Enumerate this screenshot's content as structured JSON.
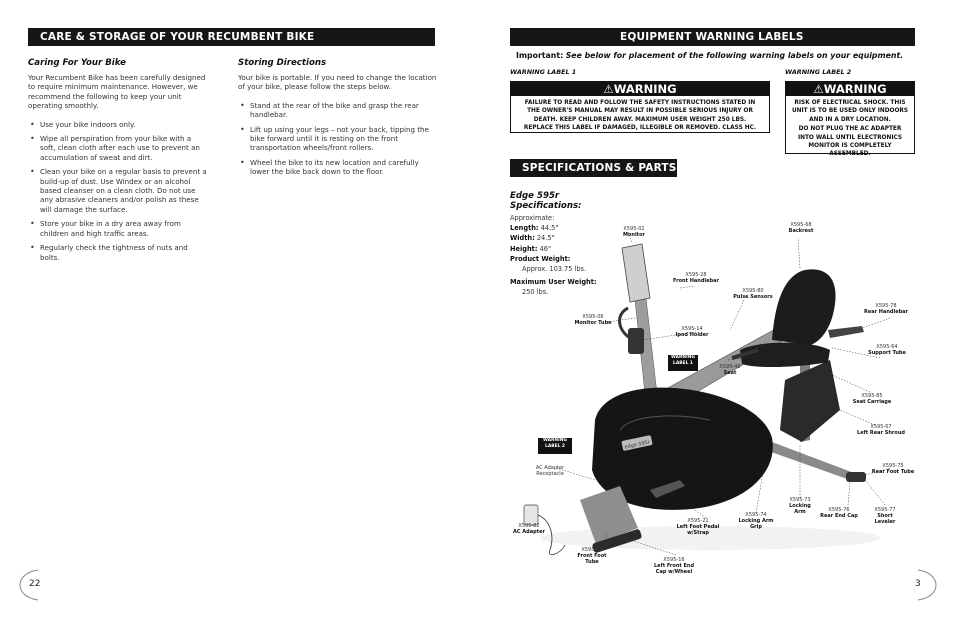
{
  "left": {
    "header": "CARE & STORAGE OF YOUR RECUMBENT BIKE",
    "caring": {
      "title": "Caring For Your Bike",
      "intro": "Your Recumbent Bike has been carefully designed to require minimum maintenance. However, we recommend the following to keep your unit operating smoothly.",
      "bullets": [
        "Use your bike indoors only.",
        "Wipe all perspiration from your bike with a soft, clean cloth after each use to prevent an accumulation of sweat and dirt.",
        "Clean your bike on a regular basis to prevent a build-up of dust. Use Windex or an alcohol based cleanser on a clean cloth. Do not use any abrasive cleaners and/or polish as these will damage the surface.",
        "Store your bike in a dry area away from children and high traffic areas.",
        "Regularly check the tightness of nuts and bolts."
      ]
    },
    "storing": {
      "title": "Storing Directions",
      "intro": "Your bike is portable. If you need to change the location of your bike, please follow the steps below.",
      "bullets": [
        "Stand at the rear of the bike and grasp the rear handlebar.",
        "Lift up using your legs – not your back, tipping the bike forward until it is resting on the front transportation wheels/front rollers.",
        "Wheel the bike to its new location and carefully lower the bike back down to the floor."
      ]
    },
    "page_number": "22"
  },
  "right": {
    "warning_header": "EQUIPMENT WARNING LABELS",
    "important_label": "Important:",
    "important_text": "See below for placement of the following warning labels on your equipment.",
    "label1": {
      "caption": "WARNING LABEL 1",
      "title": "WARNING",
      "text": "FAILURE TO READ AND FOLLOW THE SAFETY INSTRUCTIONS STATED IN THE OWNER'S MANUAL MAY RESULT IN POSSIBLE SERIOUS INJURY OR DEATH. KEEP CHILDREN AWAY. MAXIMUM USER WEIGHT 250 LBS. REPLACE THIS LABEL IF DAMAGED, ILLEGIBLE OR REMOVED. CLASS HC."
    },
    "label2": {
      "caption": "WARNING LABEL 2",
      "title": "WARNING",
      "text1": "RISK OF ELECTRICAL SHOCK. THIS UNIT IS TO BE USED ONLY INDOORS AND IN A DRY LOCATION.",
      "text2": "DO NOT PLUG THE AC ADAPTER INTO WALL UNTIL ELECTRONICS MONITOR IS COMPLETELY ASSEMBLED."
    },
    "specs_header": "SPECIFICATIONS & PARTS",
    "specs": {
      "model": "Edge 595r",
      "title": "Specifications:",
      "approx": "Approximate:",
      "length_label": "Length:",
      "length": "44.5\"",
      "width_label": "Width:",
      "width": "24.5\"",
      "height_label": "Height:",
      "height": "46\"",
      "product_weight_label": "Product Weight:",
      "product_weight": "Approx. 103.75 lbs.",
      "max_user_label": "Maximum User Weight:",
      "max_user": "250 lbs."
    },
    "parts": {
      "monitor": {
        "code": "X595-02",
        "name": "Monitor"
      },
      "backrest": {
        "code": "X595-68",
        "name": "Backrest"
      },
      "front_handlebar": {
        "code": "X595-28",
        "name": "Front Handlebar"
      },
      "pulse_sensors": {
        "code": "X595-80",
        "name": "Pulse Sensors"
      },
      "rear_handlebar": {
        "code": "X595-78",
        "name": "Rear Handlebar"
      },
      "monitor_tube": {
        "code": "X595-06",
        "name": "Monitor Tube"
      },
      "ipod_holder": {
        "code": "X595-14",
        "name": "Ipod  Holder"
      },
      "support_tube": {
        "code": "X595-64",
        "name": "Support Tube"
      },
      "seat": {
        "code": "X595-49",
        "name": "Seat"
      },
      "seat_carriage": {
        "code": "X595-85",
        "name": "Seat Carriage"
      },
      "left_rear_shroud": {
        "code": "X595-67",
        "name": "Left Rear Shroud"
      },
      "rear_foot_tube": {
        "code": "X595-75",
        "name": "Rear Foot Tube"
      },
      "locking_arm": {
        "code": "X595-73",
        "name": "Locking Arm"
      },
      "rear_end_cap": {
        "code": "X595-76",
        "name": "Rear End Cap"
      },
      "short_leveler": {
        "code": "X595-77",
        "name": "Short Leveler"
      },
      "locking_arm_grip": {
        "code": "X595-74",
        "name": "Locking Arm Grip"
      },
      "left_foot_pedal": {
        "code": "X595-21",
        "name": "Left Foot Pedal w/Strap"
      },
      "ac_adapter": {
        "code": "X595-82",
        "name": "AC Adapter"
      },
      "front_foot_tube": {
        "code": "X595-19",
        "name": "Front Foot Tube"
      },
      "left_front_end_cap": {
        "code": "X595-16",
        "name": "Left Front End Cap w/Wheel"
      },
      "ac_receptacle": "AC Adapter Receptacle",
      "warning_label_1_tag": "WARNING LABEL 1",
      "warning_label_2_tag": "WARNING LABEL 2",
      "bike_logo": "edge 595r"
    },
    "page_number": "3"
  }
}
